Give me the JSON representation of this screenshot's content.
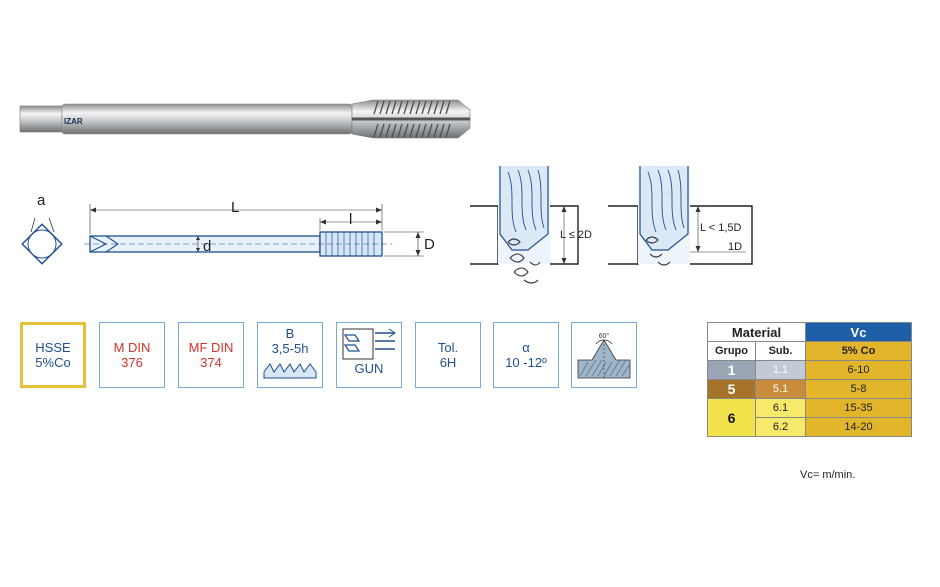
{
  "product": {
    "brand": "IZAR"
  },
  "dimensions": {
    "a": "a",
    "L": "L",
    "l": "l",
    "d": "d",
    "D": "D"
  },
  "hole_diagrams": {
    "blind": "L ≤ 2D",
    "through": "L < 1,5D",
    "through_sub": "1D"
  },
  "specs": [
    {
      "id": "material",
      "lines": [
        "HSSE",
        "5%Co"
      ],
      "color": "#1f4f8f",
      "border": "#e8c13a"
    },
    {
      "id": "mdin",
      "lines": [
        "M DIN",
        "376"
      ],
      "color": "#d4322b"
    },
    {
      "id": "mfdin",
      "lines": [
        "MF DIN",
        "374"
      ],
      "color": "#d4322b"
    },
    {
      "id": "tolerance-b",
      "lines": [
        "B",
        "3,5-5h"
      ],
      "color": "#1f4f8f"
    },
    {
      "id": "gun",
      "label": "GUN",
      "color": "#1f4f8f"
    },
    {
      "id": "tol",
      "lines": [
        "Tol.",
        "6H"
      ],
      "color": "#1f4f8f"
    },
    {
      "id": "alpha",
      "lines": [
        "α",
        "10 -12º"
      ],
      "color": "#1f4f8f"
    },
    {
      "id": "angle",
      "label": "60°",
      "color": "#1f4f8f"
    }
  ],
  "table": {
    "material_header": "Material",
    "vc_header": "Vc",
    "grupo_header": "Grupo",
    "sub_header": "Sub.",
    "co_header": "5% Co",
    "rows": [
      {
        "grupo": "1",
        "sub": "1.1",
        "vc": "6-10"
      },
      {
        "grupo": "5",
        "sub": "5.1",
        "vc": "5-8"
      },
      {
        "grupo": "6",
        "sub": "6.1",
        "vc": "15-35"
      },
      {
        "grupo": "",
        "sub": "6.2",
        "vc": "14-20"
      }
    ],
    "note": "Vc= m/min."
  },
  "colors": {
    "accent_blue": "#1f5ea8",
    "gold": "#e3b52b",
    "red": "#d4322b"
  }
}
